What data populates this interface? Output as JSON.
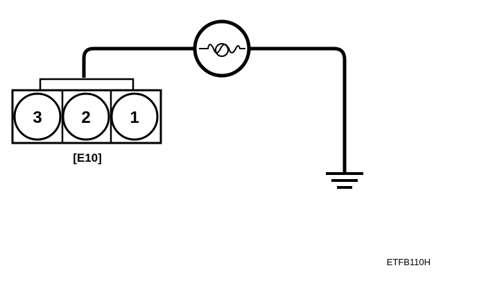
{
  "connector": {
    "label": "[E10]",
    "pins": [
      "3",
      "2",
      "1"
    ]
  },
  "figure_code": "ETFB110H",
  "colors": {
    "line": "#000000",
    "background": "#ffffff"
  },
  "icons": {
    "lamp": "bulb-icon",
    "ground": "ground-icon"
  }
}
